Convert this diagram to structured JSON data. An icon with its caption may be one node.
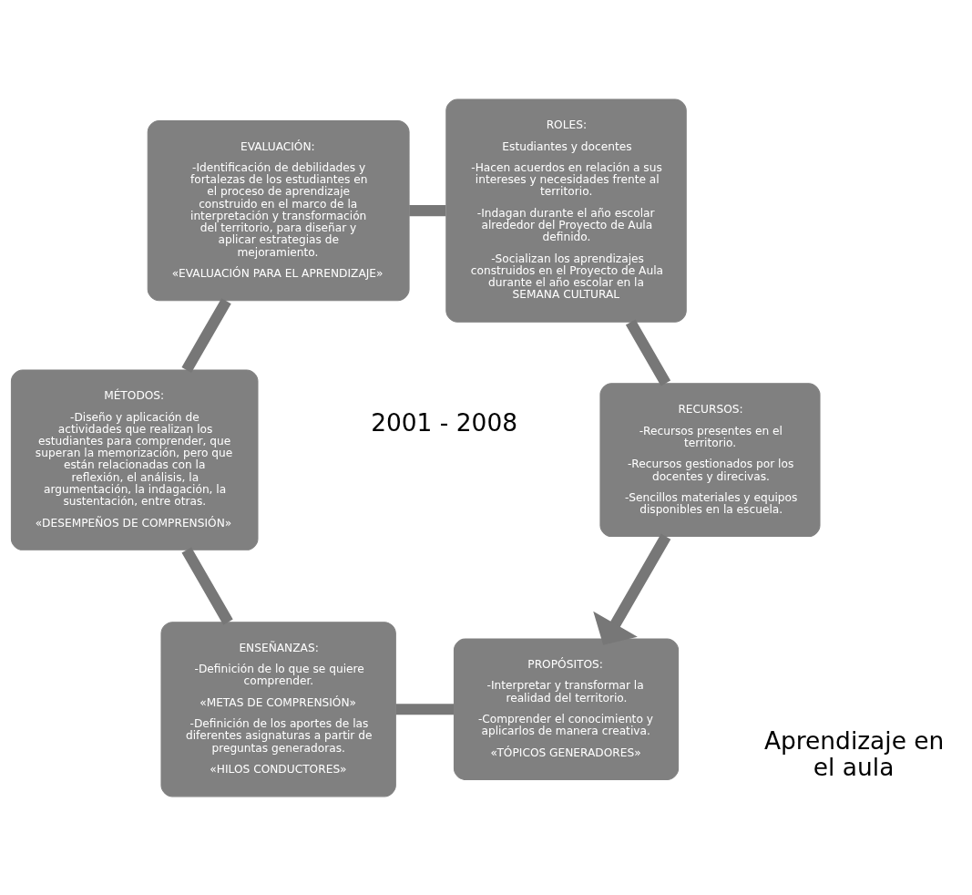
{
  "diagram": {
    "nodes": [
      {
        "text": [
          "PROPÓSITOS:",
          "-Interpretar y transformar la realidad del territorio.",
          "-Comprender el conocimiento y aplicarlos de manera creativa.",
          "«TÓPICOS GENERADORES»"
        ]
      },
      {
        "text": [
          "ENSEÑANZAS:",
          "-Definición de lo que se quiere comprender.",
          "«METAS DE COMPRENSIÓN»",
          "-Definición de los aportes de las diferentes asignaturas a partir de preguntas generadoras.",
          "«HILOS CONDUCTORES»"
        ]
      },
      {
        "text": [
          "MÉTODOS:",
          "-Diseño y aplicación de actividades que realizan los estudiantes para comprender, que superan la memorización, pero que están relacionadas con la reflexión, el análisis, la argumentación, la indagación, la sustentación, entre otras.",
          "«DESEMPEÑOS DE COMPRENSIÓN»"
        ]
      },
      {
        "text": [
          "EVALUACIÓN:",
          "-Identificación de debilidades y fortalezas de los estudiantes en el proceso de aprendizaje construido en el marco de la interpretación y transformación del territorio, para diseñar y aplicar estrategias de mejoramiento.",
          "«EVALUACIÓN PARA EL APRENDIZAJE»"
        ]
      },
      {
        "text": [
          "ROLES:",
          "Estudiantes y docentes",
          "-Hacen acuerdos en relación a sus intereses y necesidades frente al territorio.",
          "-Indagan durante el año escolar alrededor del Proyecto de Aula definido.",
          "-Socializan los aprendizajes construidos en el Proyecto de Aula durante el año escolar en la SEMANA CULTURAL"
        ]
      },
      {
        "text": [
          "RECURSOS:",
          "-Recursos presentes en el territorio.",
          "-Recursos gestionados por los docentes y direcivas.",
          "-Sencillos materiales y equipos disponibles en la escuela."
        ]
      }
    ],
    "edges": [
      {
        "from": 0,
        "to": 1,
        "arrow": "none"
      },
      {
        "from": 1,
        "to": 2,
        "arrow": "none"
      },
      {
        "from": 2,
        "to": 3,
        "arrow": "none"
      },
      {
        "from": 3,
        "to": 4,
        "arrow": "none"
      },
      {
        "from": 4,
        "to": 5,
        "arrow": "none"
      },
      {
        "from": 5,
        "to": 0,
        "arrow": "to"
      }
    ],
    "labels": [
      "Aprendizaje en el aula",
      "2001 - 2008"
    ]
  }
}
